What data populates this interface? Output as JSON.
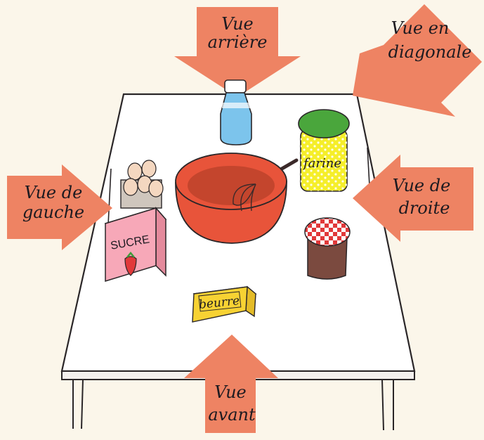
{
  "arrows": {
    "back": {
      "lines": [
        "Vue",
        "arrière"
      ]
    },
    "diagonal": {
      "lines": [
        "Vue en",
        "diagonale"
      ]
    },
    "left": {
      "lines": [
        "Vue de",
        "gauche"
      ]
    },
    "right": {
      "lines": [
        "Vue de",
        "droite"
      ]
    },
    "front": {
      "lines": [
        "Vue",
        "avant"
      ]
    }
  },
  "items": {
    "sugar_label": "SUCRE",
    "flour_label": "farine",
    "butter_label": "beurre"
  },
  "colors": {
    "arrow": "#ee8363",
    "table": "#ffffff",
    "bowl": "#e8543a",
    "bottle": "#7cc4ec",
    "flour_jar": "#f5ee2a",
    "flour_lid": "#4aa63c",
    "sugar_box": "#f7a8b8",
    "butter": "#f7d233",
    "jam": "#7b4a3f",
    "jam_lid": "#e1393a"
  }
}
